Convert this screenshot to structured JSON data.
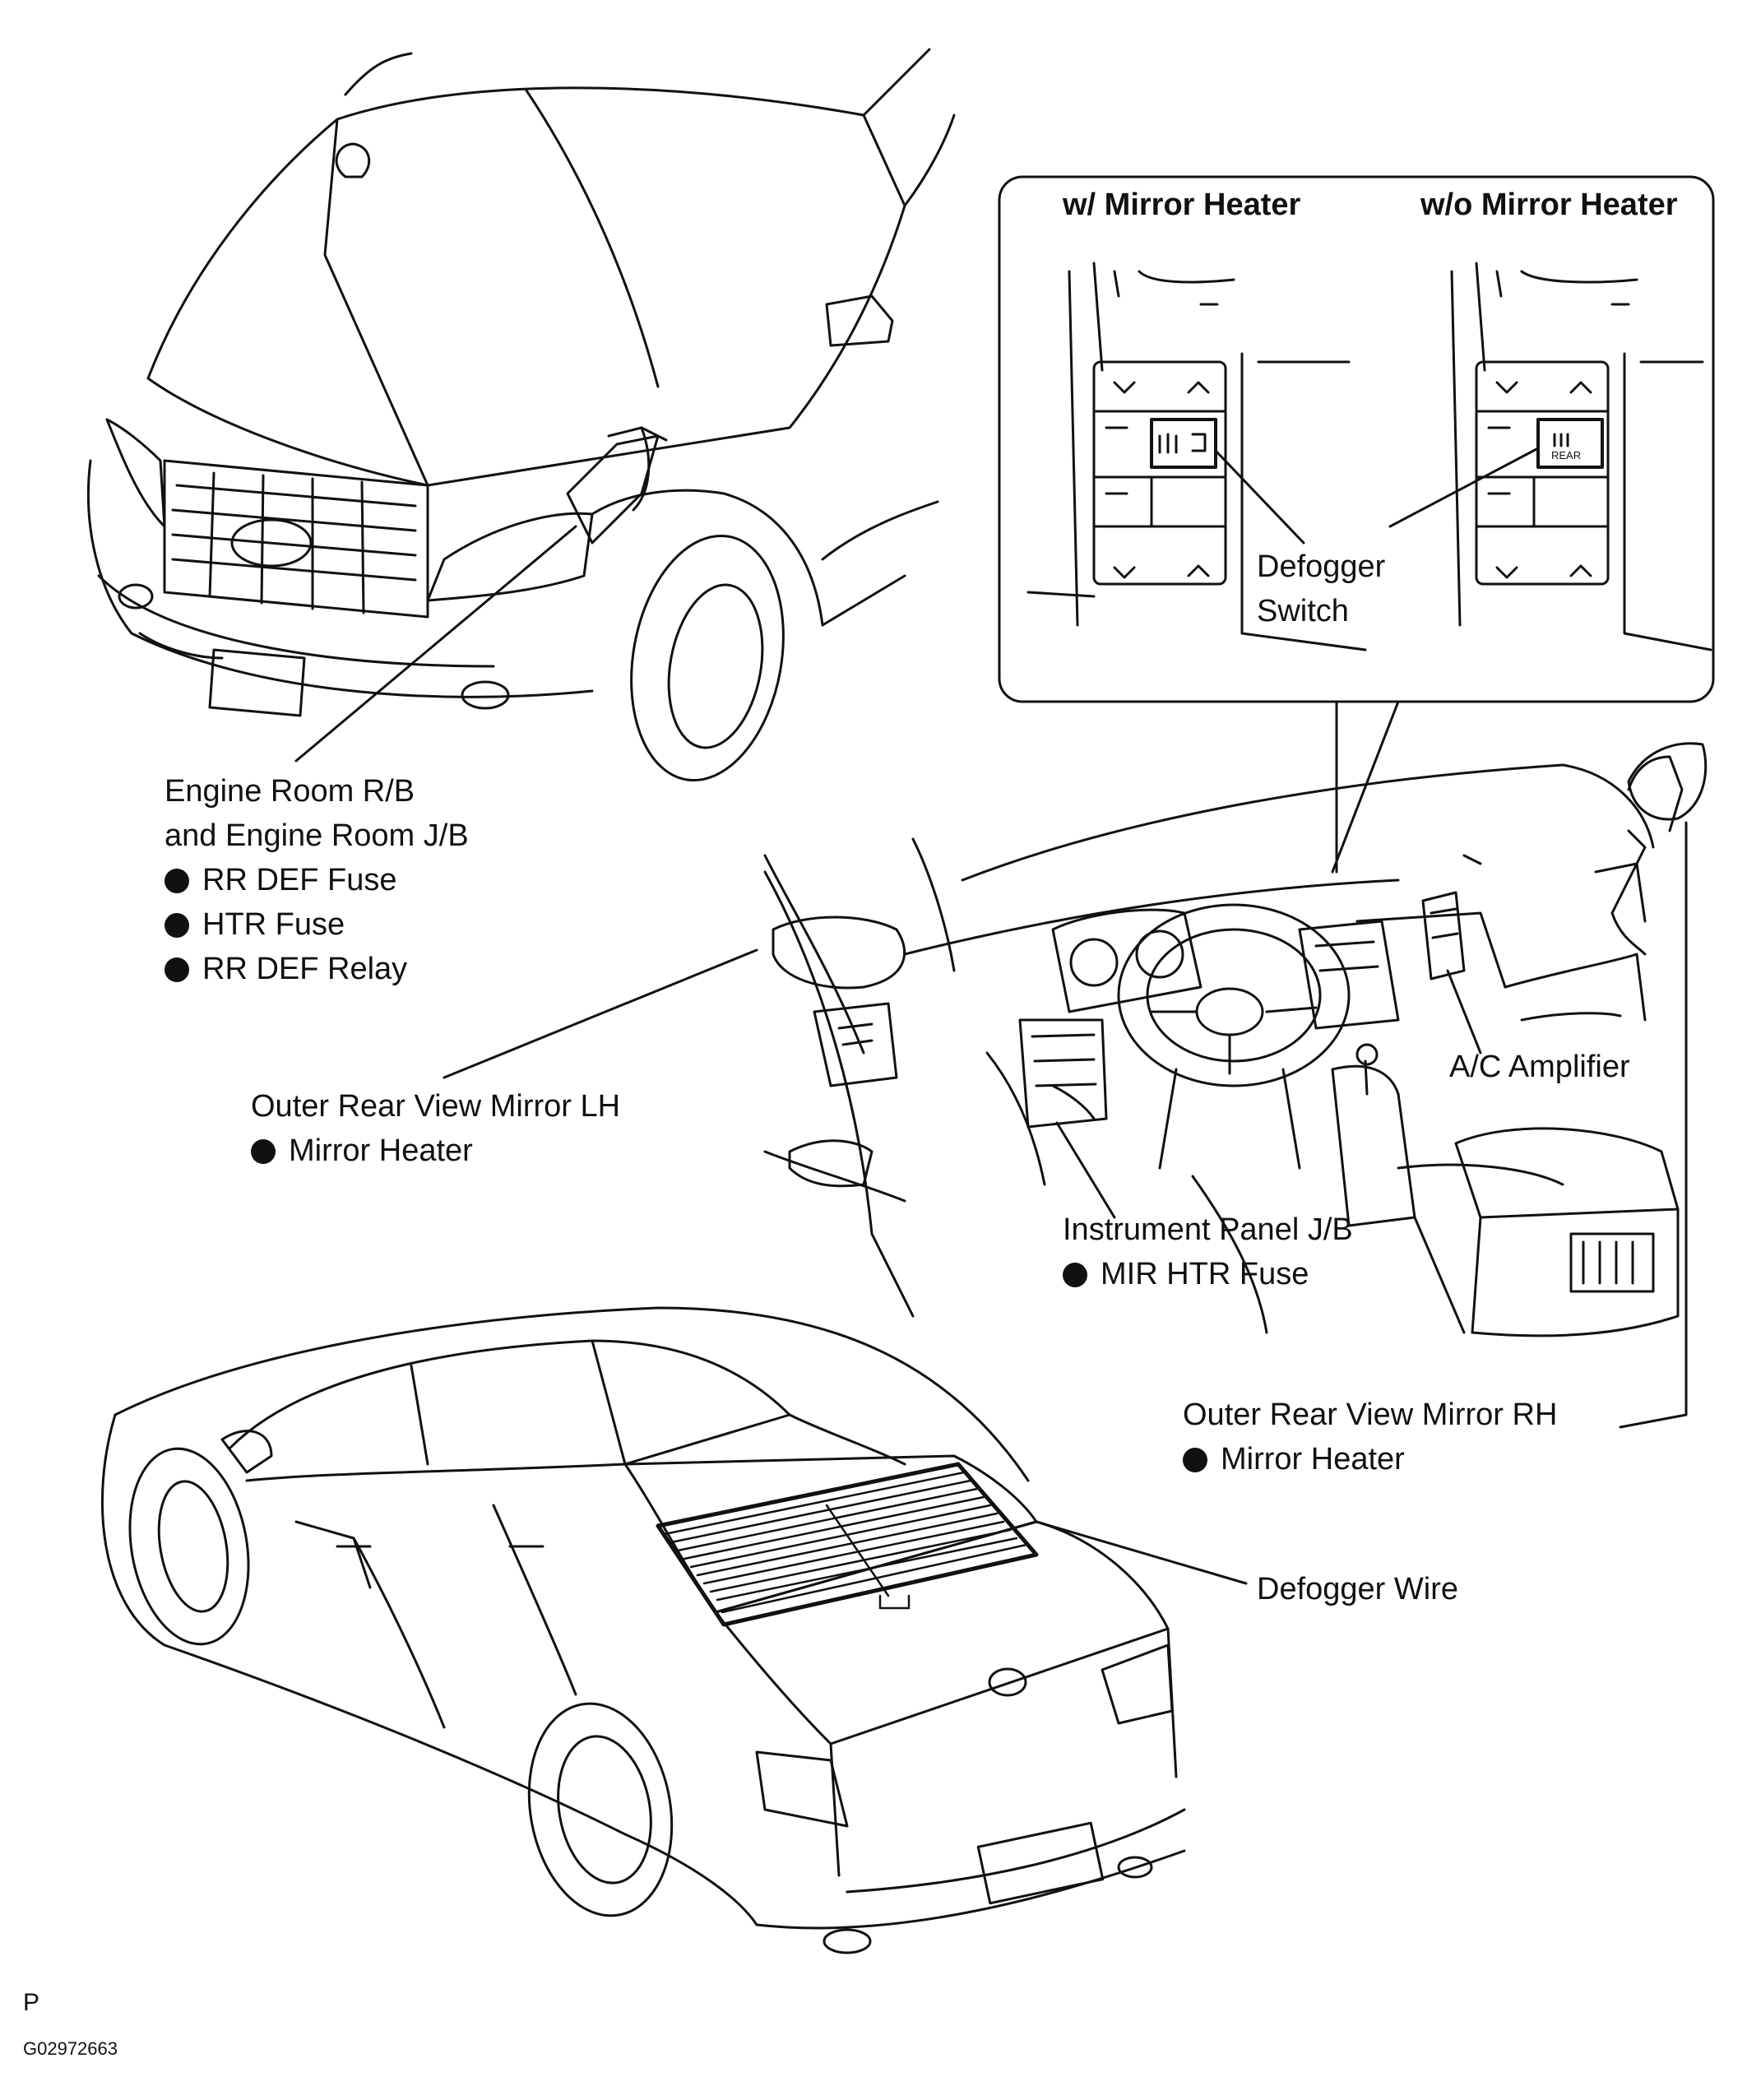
{
  "inset": {
    "header_left": "w/ Mirror Heater",
    "header_right": "w/o Mirror Heater",
    "callout_line1": "Defogger",
    "callout_line2": "Switch",
    "rear_label": "REAR"
  },
  "callouts": {
    "engine_room": {
      "line1": "Engine Room R/B",
      "line2": "and Engine Room J/B",
      "items": [
        "RR DEF Fuse",
        "HTR Fuse",
        "RR DEF Relay"
      ]
    },
    "mirror_lh": {
      "title": "Outer Rear View Mirror LH",
      "item": "Mirror Heater"
    },
    "ac_amplifier": {
      "title": "A/C Amplifier"
    },
    "instrument_panel": {
      "title": "Instrument Panel J/B",
      "item": "MIR HTR Fuse"
    },
    "mirror_rh": {
      "title": "Outer Rear View Mirror RH",
      "item": "Mirror Heater"
    },
    "defogger_wire": {
      "title": "Defogger Wire"
    }
  },
  "footer": {
    "letter": "P",
    "ref_code": "G02972663"
  }
}
